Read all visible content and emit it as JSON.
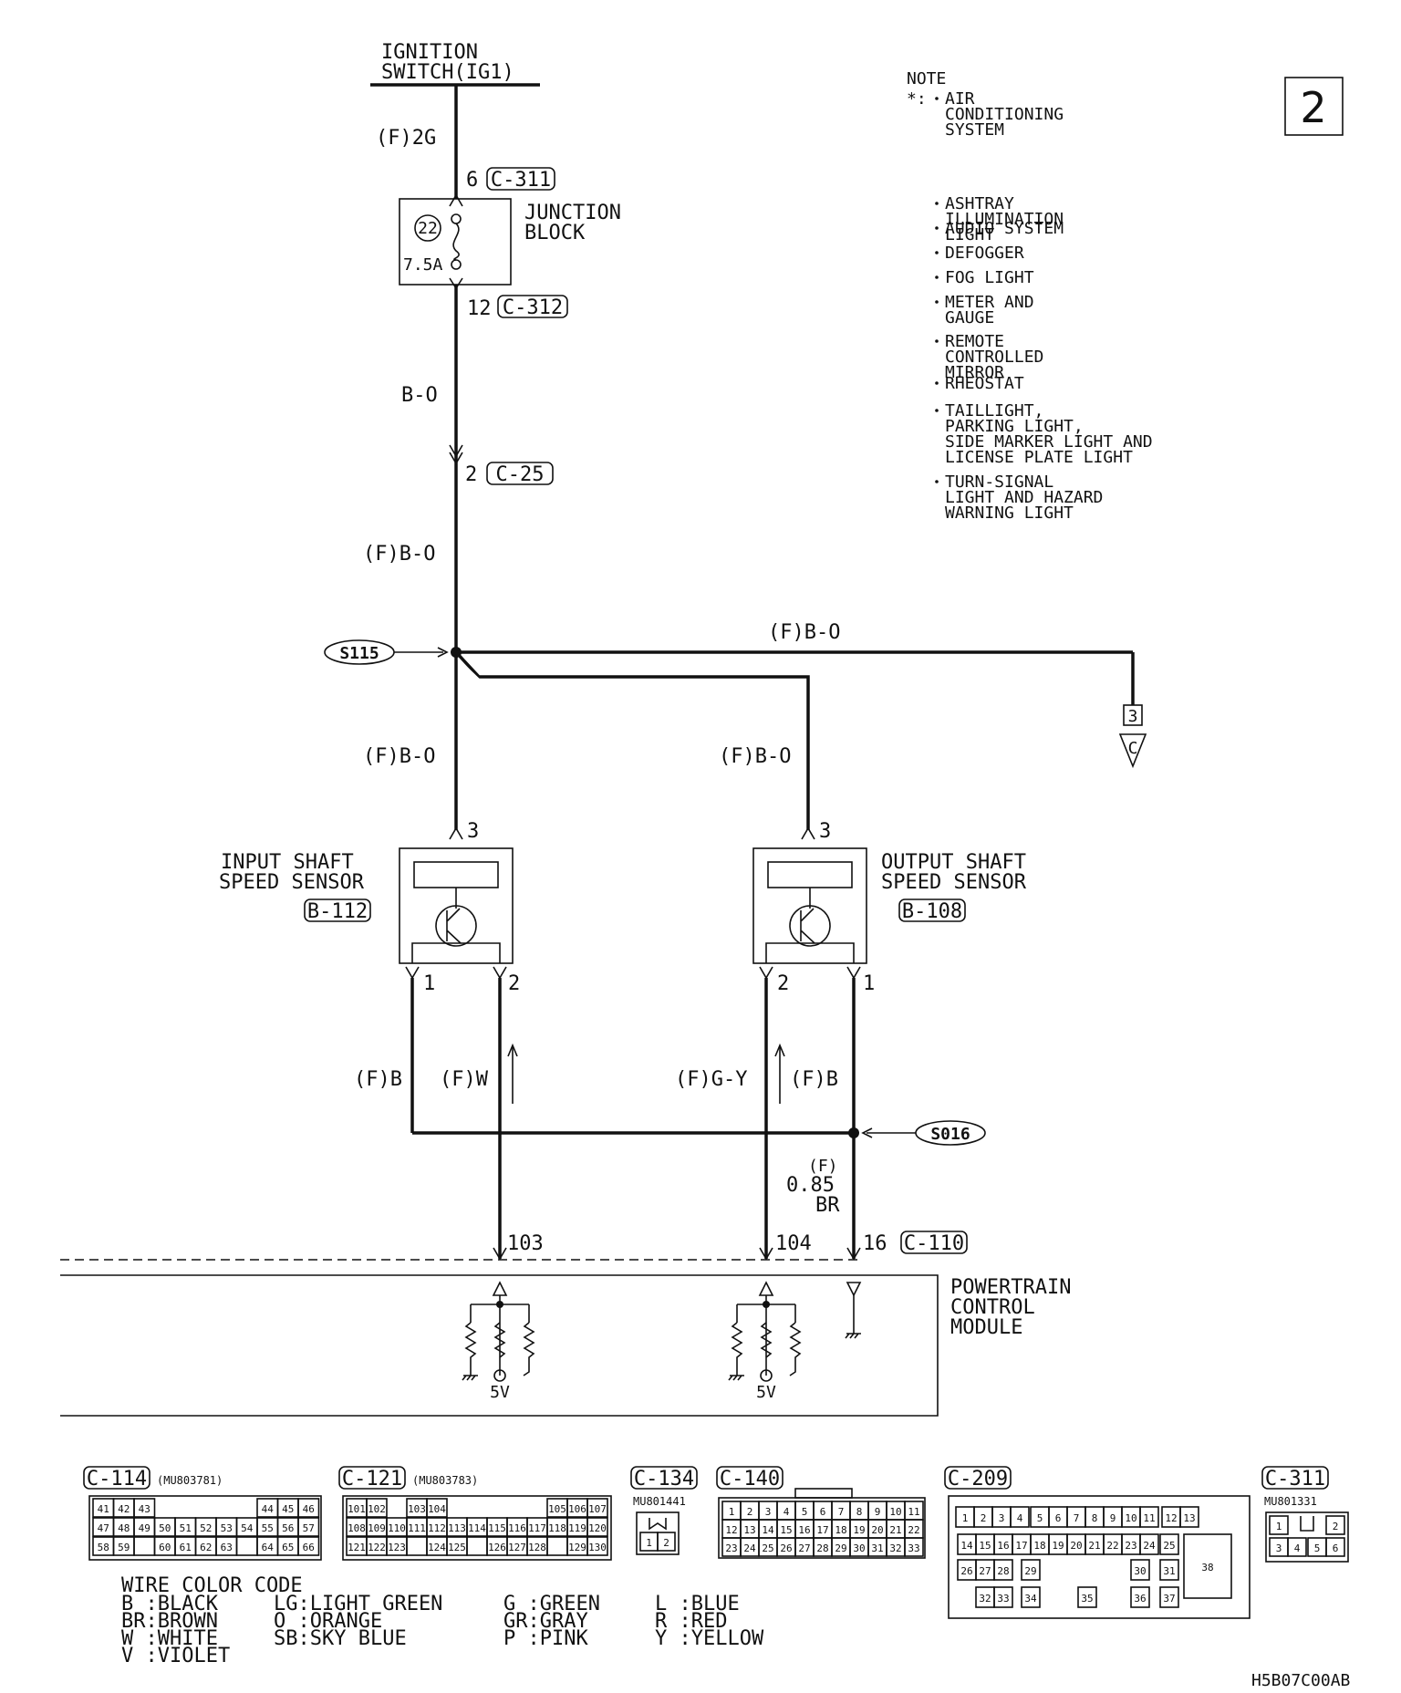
{
  "page_number": "2",
  "figure_code": "H5B07C00AB",
  "ignition": {
    "line1": "IGNITION",
    "line2": "SWITCH(IG1)"
  },
  "wire_labels": {
    "f_2g": "(F)2G",
    "b_o": "B-O",
    "f_b_o": "(F)B-O",
    "f_b": "(F)B",
    "f_w": "(F)W",
    "f_g_y": "(F)G-Y",
    "f_label": "(F)",
    "gauge": "0.85",
    "br": "BR"
  },
  "junction_block": {
    "title1": "JUNCTION",
    "title2": "BLOCK",
    "fuse_no": "22",
    "fuse_rating": "7.5A",
    "pin_in": "6",
    "conn_in": "C-311",
    "pin_out": "12",
    "conn_out": "C-312"
  },
  "c25": {
    "pin": "2",
    "conn": "C-25"
  },
  "splices": {
    "s115": "S115",
    "s016": "S016"
  },
  "continuation": {
    "number": "3",
    "letter": "C"
  },
  "input_sensor": {
    "line1": "INPUT SHAFT",
    "line2": "SPEED SENSOR",
    "conn": "B-112",
    "pin_top": "3",
    "pin_left": "1",
    "pin_right": "2"
  },
  "output_sensor": {
    "line1": "OUTPUT SHAFT",
    "line2": "SPEED SENSOR",
    "conn": "B-108",
    "pin_top": "3",
    "pin_left": "2",
    "pin_right": "1"
  },
  "pcm": {
    "line1": "POWERTRAIN",
    "line2": "CONTROL",
    "line3": "MODULE",
    "pin_103": "103",
    "pin_104": "104",
    "pin_16": "16",
    "conn": "C-110",
    "supply": "5V"
  },
  "note": {
    "title": "NOTE",
    "marker": "*:",
    "items": [
      [
        "AIR",
        "CONDITIONING",
        "SYSTEM"
      ],
      [
        "ASHTRAY",
        "ILLUMINATION",
        "LIGHT"
      ],
      [
        "AUDIO SYSTEM"
      ],
      [
        "DEFOGGER"
      ],
      [
        "FOG LIGHT"
      ],
      [
        "METER AND",
        "GAUGE"
      ],
      [
        "REMOTE",
        "CONTROLLED",
        "MIRROR"
      ],
      [
        "RHEOSTAT"
      ],
      [
        "TAILLIGHT,",
        "PARKING LIGHT,",
        "SIDE MARKER LIGHT AND",
        "LICENSE PLATE LIGHT"
      ],
      [
        "TURN-SIGNAL",
        "LIGHT AND HAZARD",
        "WARNING LIGHT"
      ]
    ]
  },
  "connectors": {
    "c114": {
      "name": "C-114",
      "part": "(MU803781)",
      "rows": [
        [
          "41",
          "42",
          "43",
          "",
          "44",
          "45",
          "46"
        ],
        [
          "47",
          "48",
          "49",
          "50",
          "51",
          "52",
          "53",
          "54",
          "55",
          "56",
          "57"
        ],
        [
          "58",
          "59",
          "",
          "60",
          "61",
          "62",
          "63",
          "",
          "64",
          "65",
          "66"
        ]
      ]
    },
    "c121": {
      "name": "C-121",
      "part": "(MU803783)",
      "rows": [
        [
          "101",
          "102",
          "",
          "103",
          "104",
          "",
          "105",
          "106",
          "107"
        ],
        [
          "108",
          "109",
          "110",
          "111",
          "112",
          "113",
          "114",
          "115",
          "116",
          "117",
          "118",
          "119",
          "120"
        ],
        [
          "121",
          "122",
          "123",
          "",
          "124",
          "125",
          "",
          "126",
          "127",
          "128",
          "",
          "129",
          "130"
        ]
      ]
    },
    "c134": {
      "name": "C-134",
      "part": "MU801441",
      "pins": [
        "1",
        "2"
      ]
    },
    "c140": {
      "name": "C-140",
      "rows": [
        [
          "1",
          "2",
          "3",
          "4",
          "5",
          "6",
          "7",
          "8",
          "9",
          "10",
          "11"
        ],
        [
          "12",
          "13",
          "14",
          "15",
          "16",
          "17",
          "18",
          "19",
          "20",
          "21",
          "22"
        ],
        [
          "23",
          "24",
          "25",
          "26",
          "27",
          "28",
          "29",
          "30",
          "31",
          "32",
          "33"
        ]
      ]
    },
    "c209": {
      "name": "C-209",
      "row1": [
        "1",
        "2",
        "3",
        "4",
        "5",
        "6",
        "7",
        "8",
        "9",
        "10",
        "11",
        "12",
        "13"
      ],
      "row2": [
        "14",
        "15",
        "16",
        "17",
        "18",
        "19",
        "20",
        "21",
        "22",
        "23",
        "24",
        "25"
      ],
      "row3": [
        "26",
        "27",
        "28",
        "29",
        "30",
        "31"
      ],
      "row4": [
        "32",
        "33",
        "34",
        "35",
        "36",
        "37"
      ],
      "big": "38"
    },
    "c311": {
      "name": "C-311",
      "part": "MU801331",
      "pins": [
        "1",
        "2",
        "3",
        "4",
        "5",
        "6"
      ]
    }
  },
  "wire_color_code": {
    "title": "WIRE COLOR CODE",
    "columns": [
      [
        "B :BLACK",
        "BR:BROWN",
        "W :WHITE",
        "V :VIOLET"
      ],
      [
        "LG:LIGHT GREEN",
        "O :ORANGE",
        "SB:SKY BLUE"
      ],
      [
        "G :GREEN",
        "GR:GRAY",
        "P :PINK"
      ],
      [
        "L :BLUE",
        "R :RED",
        "Y :YELLOW"
      ]
    ]
  }
}
